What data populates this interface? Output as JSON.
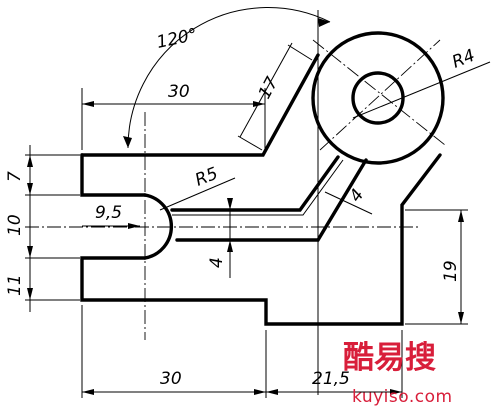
{
  "dimensions": {
    "angle": "120°",
    "top_width": "30",
    "arm_length": "17",
    "hole_radius": "R4",
    "slot_radius": "R5",
    "slot_depth": "9,5",
    "arm_thickness": "4",
    "slot_offset": "4",
    "left_top": "7",
    "left_mid": "10",
    "left_bottom": "11",
    "right_height": "19",
    "bottom_width": "30",
    "bottom_right": "21,5"
  },
  "watermark": {
    "chinese": "酷易搜",
    "latin": "kuyiso.com"
  },
  "colors": {
    "line": "#000000",
    "watermark": "#d81e3a"
  }
}
